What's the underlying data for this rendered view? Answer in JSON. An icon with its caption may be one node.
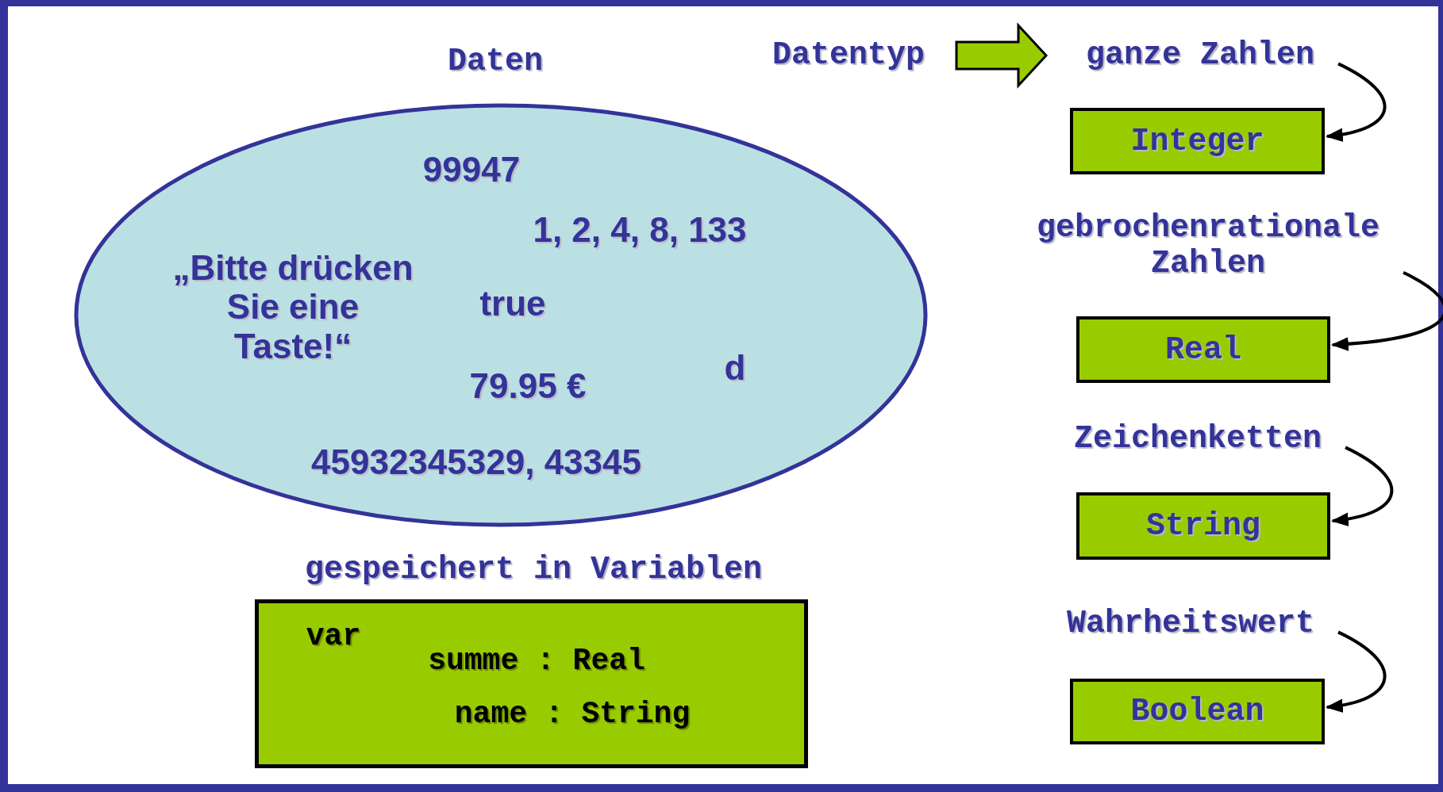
{
  "diagram": {
    "nodes": [
      {
        "text": [
          "Daten",
          "99947",
          "1, 2, 4, 8, 133",
          "„Bitte drücken Sie eine Taste!“",
          "true",
          "79.95 €",
          "d",
          "45932345329, 43345"
        ]
      },
      {
        "text": [
          "gespeichert in Variablen",
          "var",
          "summe : Real",
          "name : String"
        ]
      },
      {
        "text": [
          "Datentyp"
        ]
      },
      {
        "text": [
          "ganze Zahlen"
        ]
      },
      {
        "text": [
          "Integer"
        ]
      },
      {
        "text": [
          "gebrochenrationale Zahlen"
        ]
      },
      {
        "text": [
          "Real"
        ]
      },
      {
        "text": [
          "Zeichenketten"
        ]
      },
      {
        "text": [
          "String"
        ]
      },
      {
        "text": [
          "Wahrheitswert"
        ]
      },
      {
        "text": [
          "Boolean"
        ]
      }
    ],
    "edges": [
      {
        "from": 2,
        "to": 3,
        "arrow": "to",
        "style": "thick",
        "color": "#99cc00"
      },
      {
        "from": 3,
        "to": 4,
        "arrow": "to"
      },
      {
        "from": 5,
        "to": 6,
        "arrow": "to"
      },
      {
        "from": 7,
        "to": 8,
        "arrow": "to"
      },
      {
        "from": 9,
        "to": 10,
        "arrow": "to"
      }
    ]
  }
}
